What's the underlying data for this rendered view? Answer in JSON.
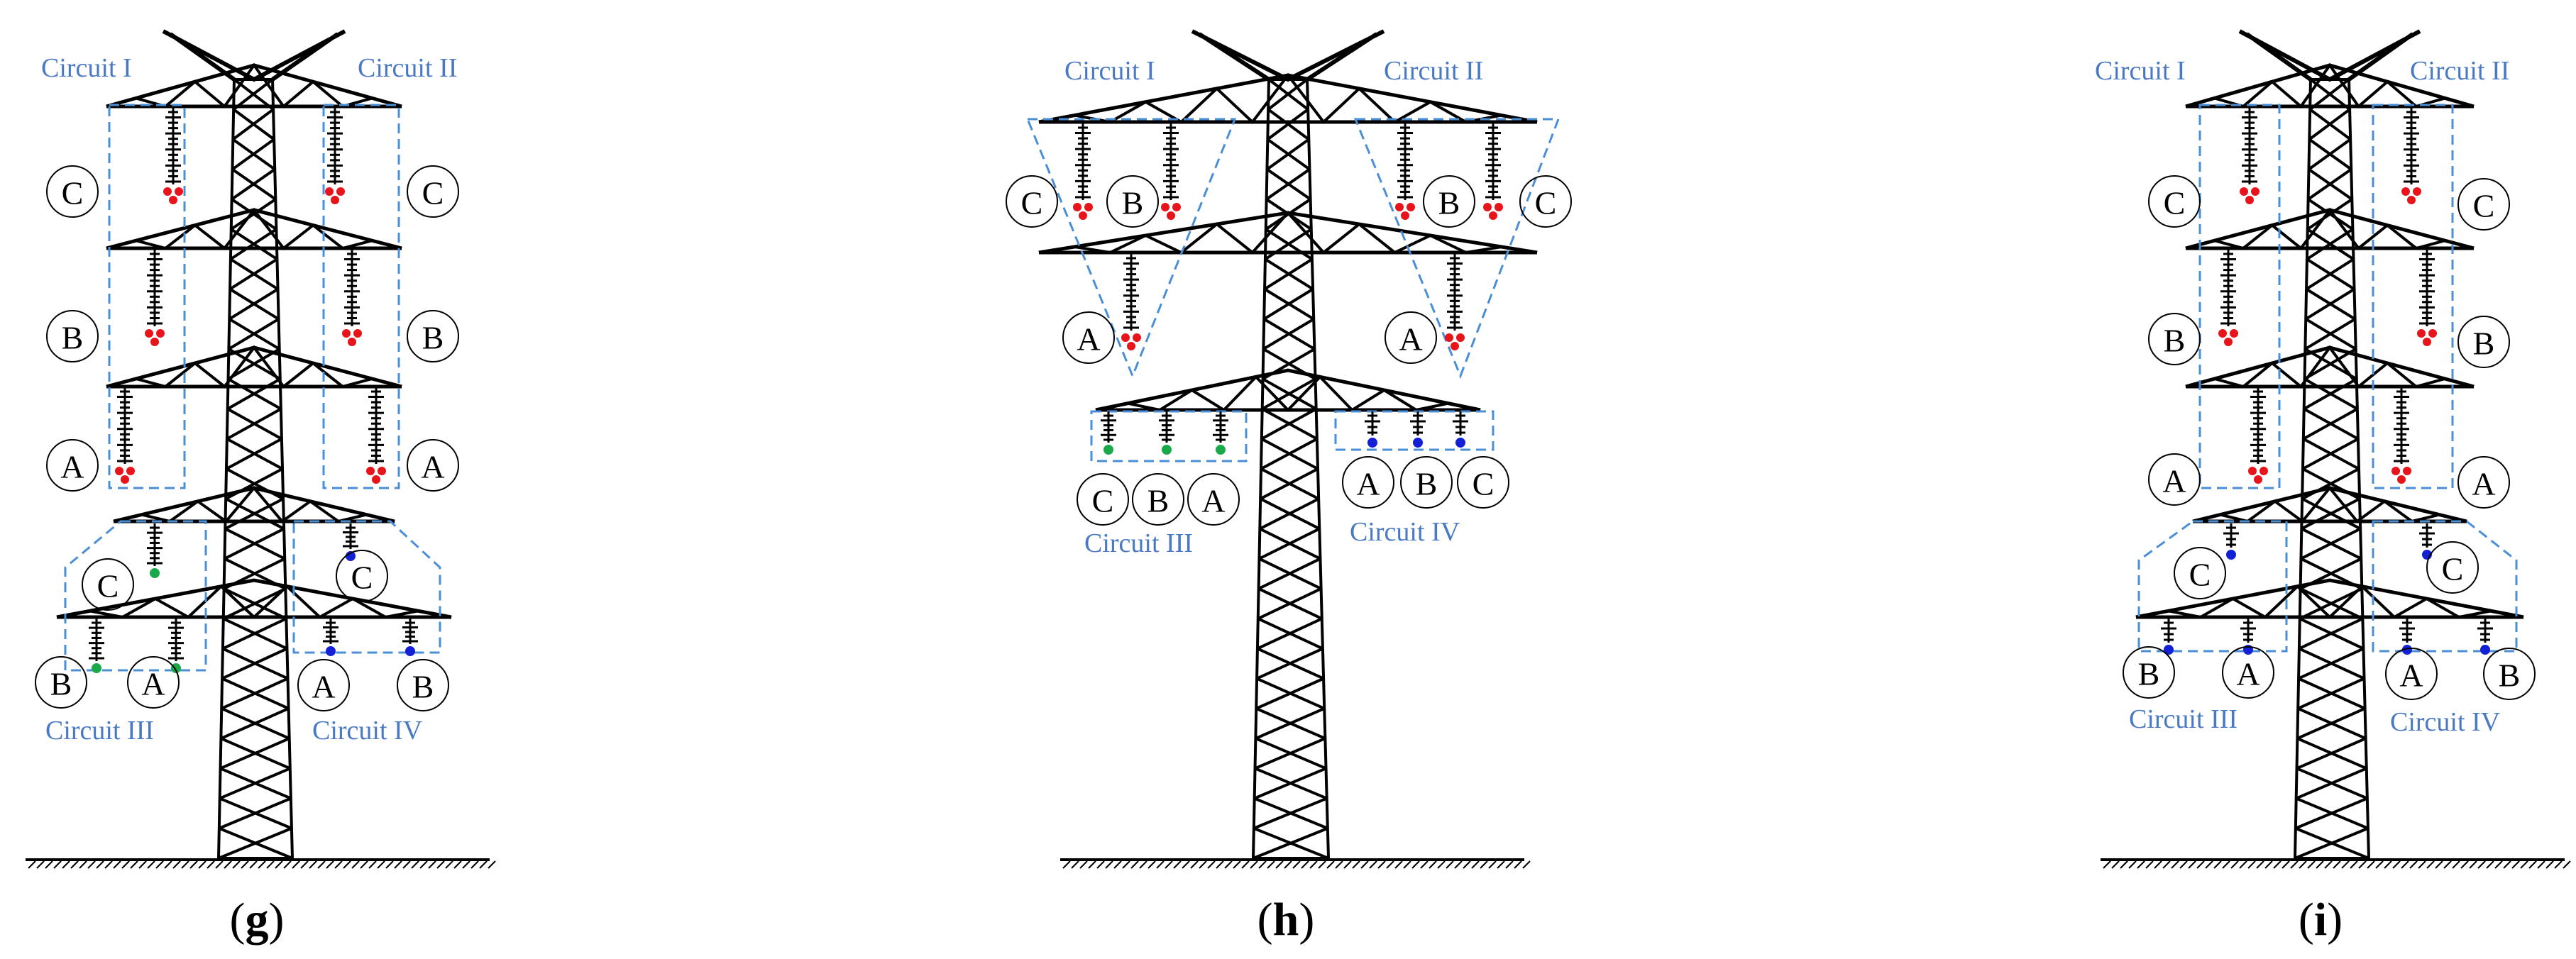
{
  "colors": {
    "circuit_box": "#4a8fd6",
    "circuit_label": "#4a79c4",
    "phase_red": "#e8141b",
    "phase_green": "#19a84a",
    "phase_blue": "#1420d6",
    "steel": "#000000"
  },
  "panels": [
    {
      "caption_open": "(",
      "caption_letter": "g",
      "caption_close": ")",
      "circuit_labels": [
        "Circuit I",
        "Circuit II",
        "Circuit III",
        "Circuit IV"
      ],
      "phases": [
        "C",
        "C",
        "B",
        "B",
        "A",
        "A",
        "C",
        "C",
        "B",
        "A",
        "A",
        "B"
      ]
    },
    {
      "caption_open": "(",
      "caption_letter": "h",
      "caption_close": ")",
      "circuit_labels": [
        "Circuit I",
        "Circuit II",
        "Circuit III",
        "Circuit IV"
      ],
      "phases": [
        "C",
        "B",
        "B",
        "C",
        "A",
        "A",
        "C",
        "B",
        "A",
        "A",
        "B",
        "C"
      ]
    },
    {
      "caption_open": "(",
      "caption_letter": "i",
      "caption_close": ")",
      "circuit_labels": [
        "Circuit I",
        "Circuit II",
        "Circuit III",
        "Circuit IV"
      ],
      "phases": [
        "C",
        "C",
        "B",
        "B",
        "A",
        "A",
        "C",
        "C",
        "B",
        "A",
        "A",
        "B"
      ]
    }
  ]
}
